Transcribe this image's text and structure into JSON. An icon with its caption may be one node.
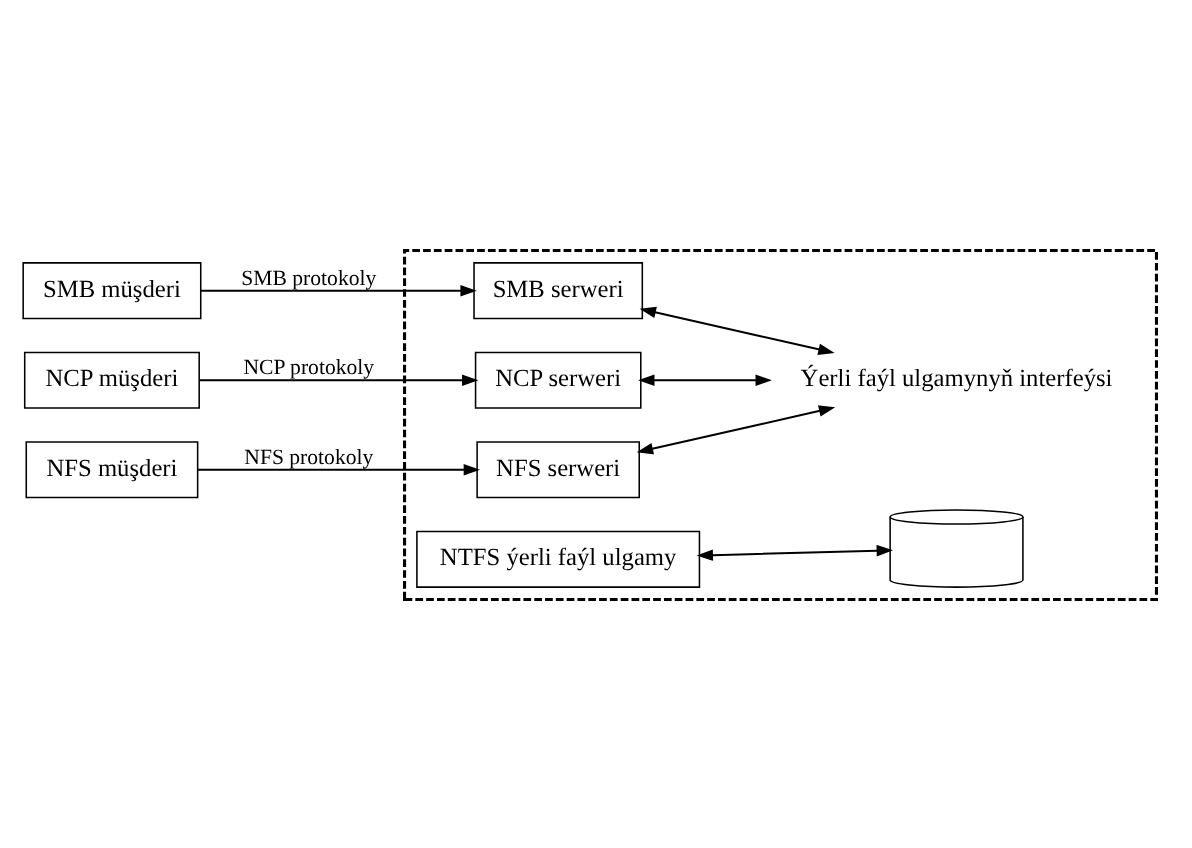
{
  "diagram": {
    "nodes": [
      {
        "text": [
          "SMB müşderi"
        ]
      },
      {
        "text": [
          "NCP müşderi"
        ]
      },
      {
        "text": [
          "NFS müşderi"
        ]
      },
      {
        "text": [],
        "shape": "box"
      },
      {
        "text": [
          "NFS serweri"
        ],
        "in": 3
      },
      {
        "text": [
          "NCP serweri"
        ],
        "in": 3
      },
      {
        "text": [
          "SMB serweri"
        ],
        "in": 3
      },
      {
        "text": [
          "Ýerli faýl ulgamynyň interfeýsi"
        ],
        "in": 3
      },
      {
        "text": [
          "NTFS ýerli faýl ulgamy"
        ],
        "in": 3
      },
      {
        "text": [],
        "shape": "cylinder",
        "in": 3
      }
    ],
    "edges": [
      {
        "from": 0,
        "to": 6,
        "arrow": "to",
        "label": "SMB protokoly"
      },
      {
        "from": 1,
        "to": 5,
        "arrow": "to",
        "label": "NCP protokoly"
      },
      {
        "from": 2,
        "to": 4,
        "arrow": "to",
        "label": "NFS protokoly"
      },
      {
        "from": 4,
        "to": 7,
        "arrow": "both"
      },
      {
        "from": 5,
        "to": 7,
        "arrow": "both"
      },
      {
        "from": 6,
        "to": 7,
        "arrow": "both"
      },
      {
        "from": 8,
        "to": 9,
        "arrow": "both"
      }
    ]
  }
}
